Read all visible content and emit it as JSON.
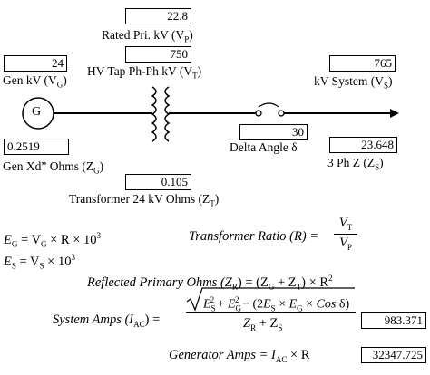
{
  "inputs": {
    "rated_pri_kv": {
      "value": "22.8",
      "label_main": "Rated Pri. kV (V",
      "label_sub": "P",
      "label_end": ")"
    },
    "gen_kv": {
      "value": "24",
      "label_main": "Gen kV (V",
      "label_sub": "G",
      "label_end": ")"
    },
    "hv_tap": {
      "value": "750",
      "label_main": "HV Tap Ph-Ph kV (V",
      "label_sub": "T",
      "label_end": ")"
    },
    "kv_system": {
      "value": "765",
      "label_main": "kV System (V",
      "label_sub": "S",
      "label_end": ")"
    },
    "gen_xd": {
      "value": "0.2519",
      "label_main": "Gen Xd” Ohms (Z",
      "label_sub": "G",
      "label_end": ")"
    },
    "delta_angle": {
      "value": "30",
      "label": "Delta Angle δ"
    },
    "three_ph_z": {
      "value": "23.648",
      "label_main": "3 Ph Z (Z",
      "label_sub": "S",
      "label_end": ")"
    },
    "transformer_ohms": {
      "value": "0.105",
      "label_main": "Transformer 24 kV Ohms (Z",
      "label_sub": "T",
      "label_end": ")"
    }
  },
  "generator_symbol": "G",
  "equations": {
    "eg": {
      "lhs": "E",
      "lhs_sub": "G",
      "rhs": " = V",
      "rhs_sub": "G",
      "rhs_end": " × R × 10",
      "exp": "3"
    },
    "es": {
      "lhs": "E",
      "lhs_sub": "S",
      "rhs": " = V",
      "rhs_sub": "S",
      "rhs_end": " × 10",
      "exp": "3"
    },
    "ratio": {
      "label": "Transformer Ratio (R) =",
      "num": "V",
      "num_sub": "T",
      "den": "V",
      "den_sub": "P"
    },
    "zr": {
      "label": "Reflected Primary Ohms (Z",
      "label_sub": "R",
      "label_mid": ") = (Z",
      "g_sub": "G",
      "plus": " + Z",
      "t_sub": "T",
      "end": ") × R",
      "exp": "2"
    },
    "iac": {
      "label": "System Amps (I",
      "label_sub": "AC",
      "label_end": ") =",
      "den": "Z",
      "den_sub_r": "R",
      "den_plus": " + Z",
      "den_sub_s": "S",
      "result": "983.371"
    },
    "gen_amps": {
      "label": "Generator Amps =",
      "rhs": "I",
      "rhs_sub": "AC",
      "rhs_end": " × R",
      "result": "32347.725"
    }
  }
}
